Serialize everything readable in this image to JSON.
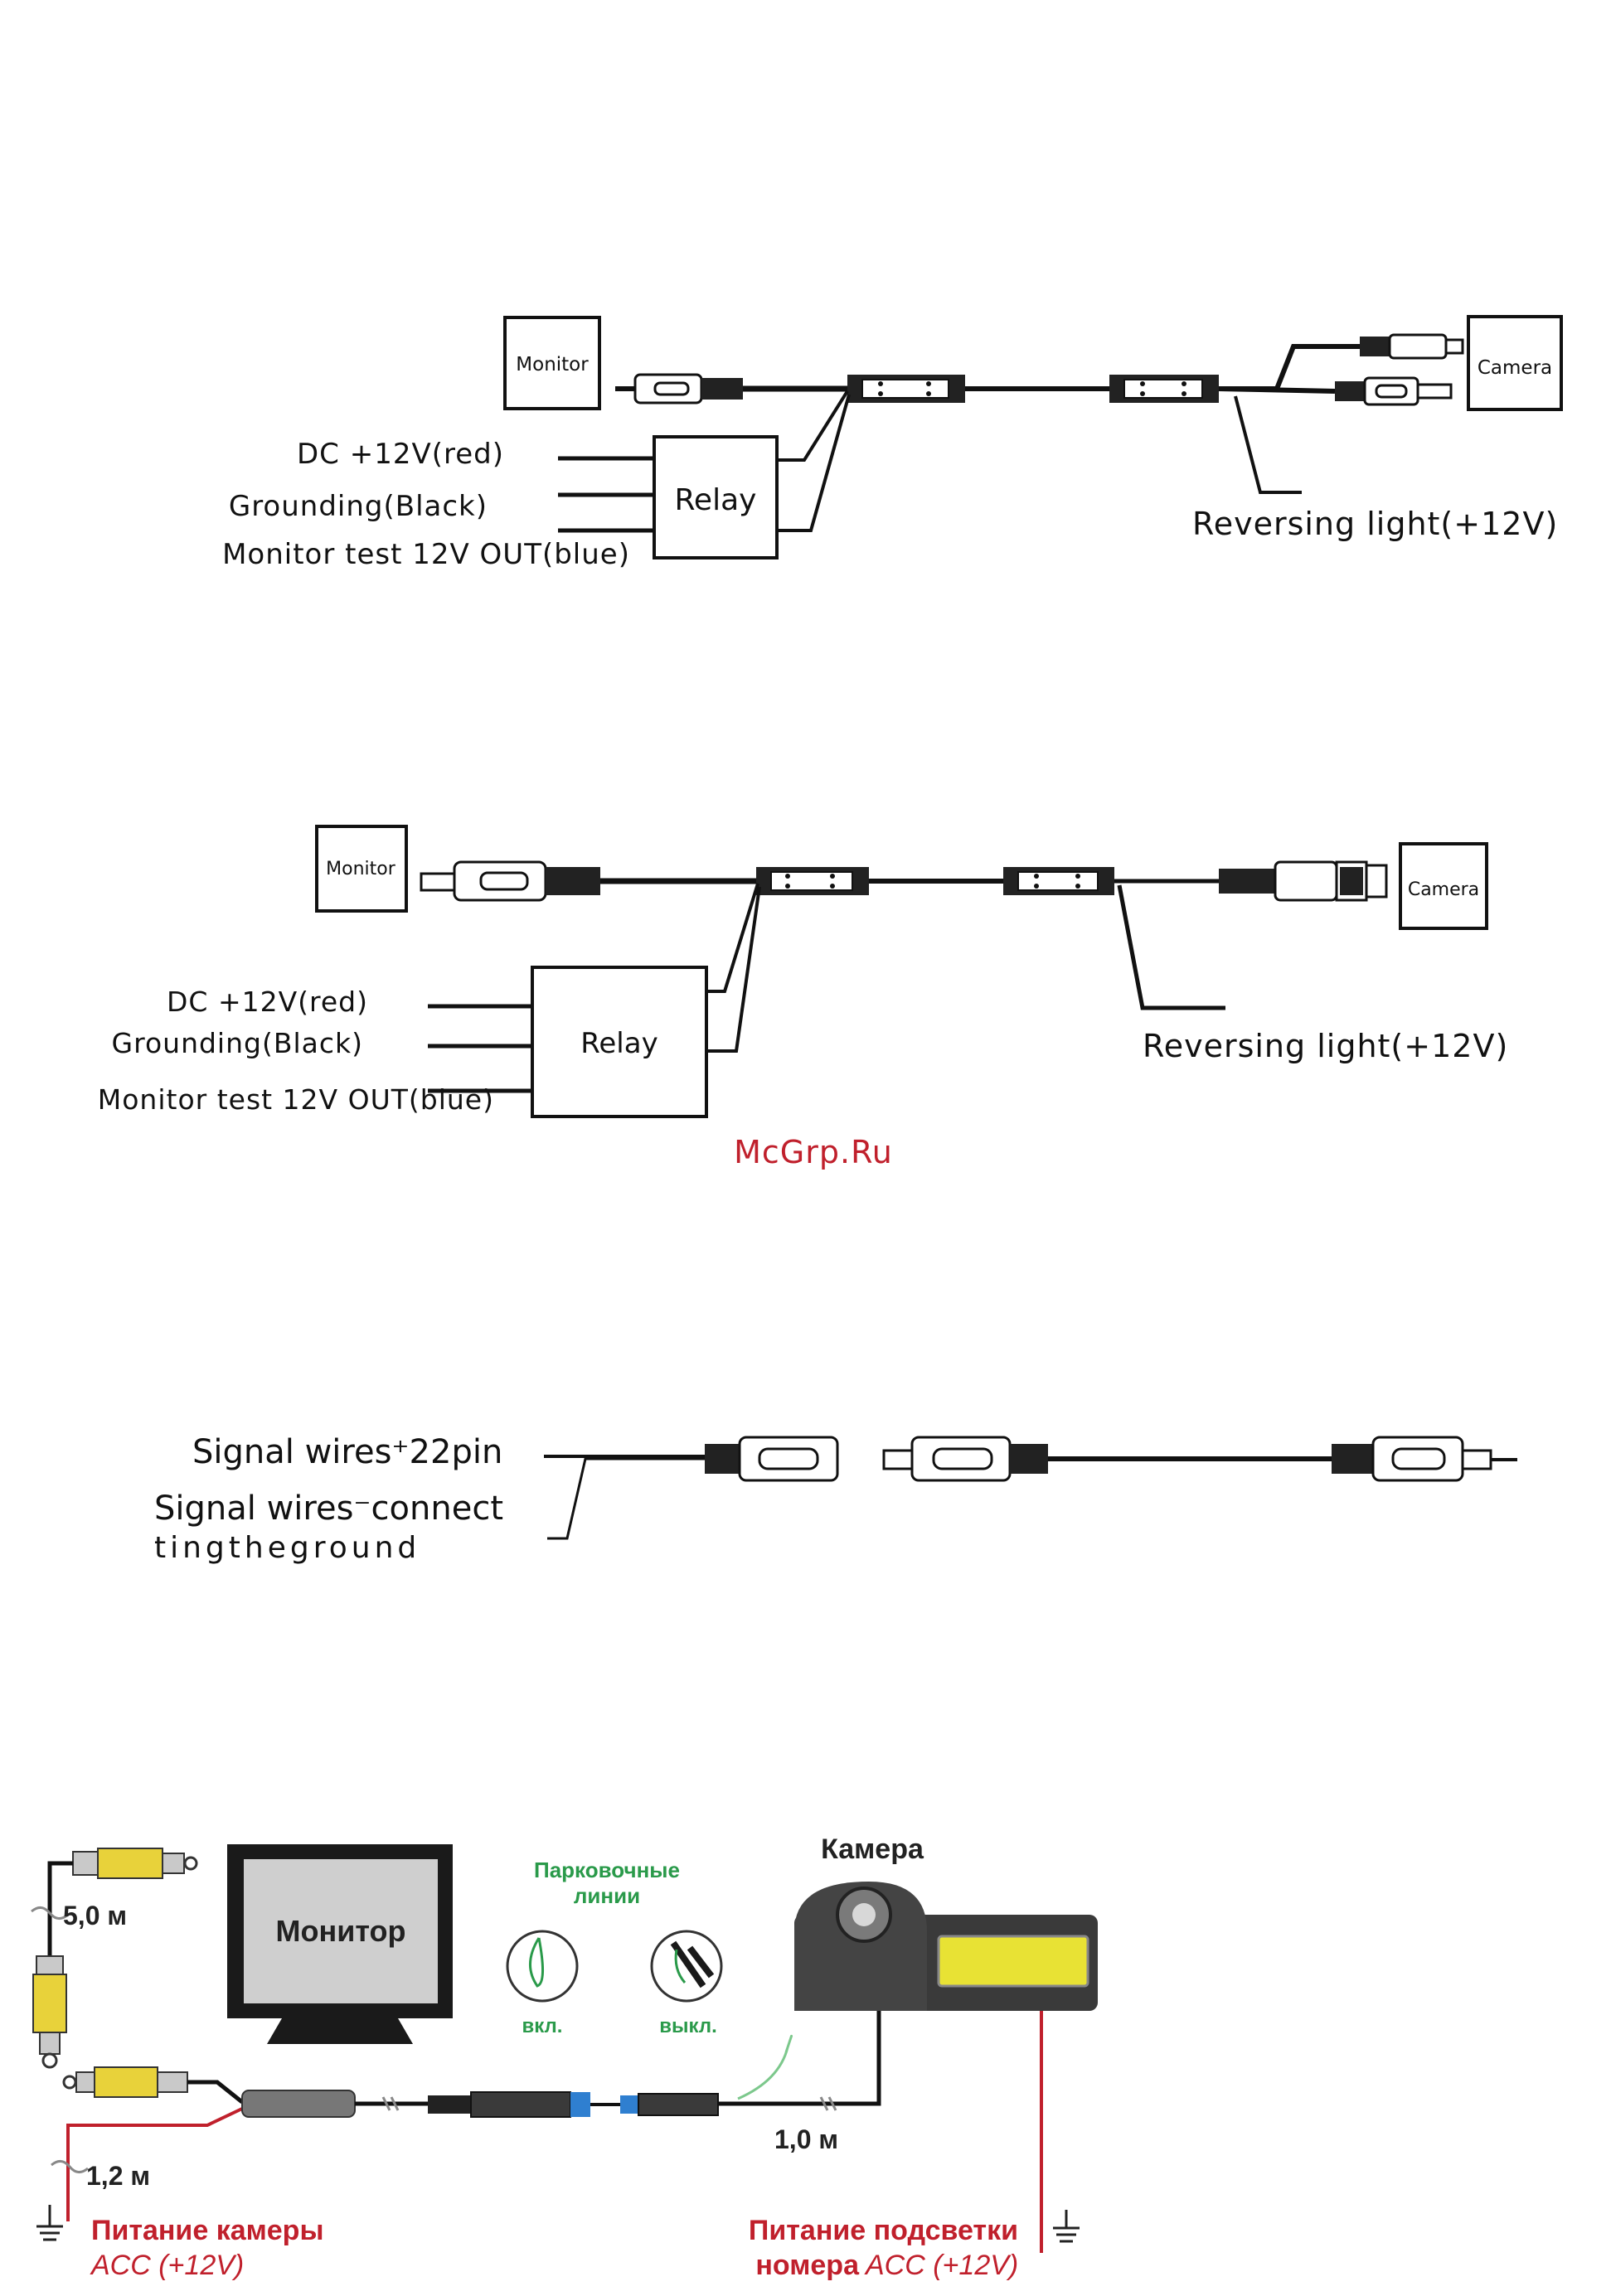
{
  "diagram1": {
    "monitor": "Monitor",
    "camera": "Camera",
    "relay": "Relay",
    "dc": "DC +12V(red)",
    "ground": "Grounding(Black)",
    "test": "Monitor test 12V OUT(blue)",
    "reversing": "Reversing light(+12V)"
  },
  "diagram2": {
    "monitor": "Monitor",
    "camera": "Camera",
    "relay": "Relay",
    "dc": "DC +12V(red)",
    "ground": "Grounding(Black)",
    "test": "Monitor test 12V OUT(blue)",
    "reversing": "Reversing light(+12V)"
  },
  "watermark": "McGrp.Ru",
  "diagram3": {
    "signal_plus": "Signal wires⁺22pin",
    "signal_minus_1": "Signal wires⁻connect",
    "signal_minus_2": "tingtheground"
  },
  "diagram4": {
    "monitor": "Монитор",
    "camera": "Камера",
    "parking_1": "Парковочные",
    "parking_2": "линии",
    "on": "вкл.",
    "off": "выкл.",
    "len_5": "5,0 м",
    "len_12": "1,2 м",
    "len_10": "1,0 м",
    "power_cam_1": "Питание камеры",
    "power_cam_2": "ACC (+12V)",
    "power_light_1": "Питание подсветки",
    "power_light_2a": "номера",
    "power_light_2b": "ACC (+12V)"
  },
  "colors": {
    "red_text": "#c0202c",
    "green_text": "#2a9a4a",
    "rca_yellow": "#e8d23a",
    "connector_blue": "#2f7fd0",
    "watermark": "#c0202c"
  }
}
